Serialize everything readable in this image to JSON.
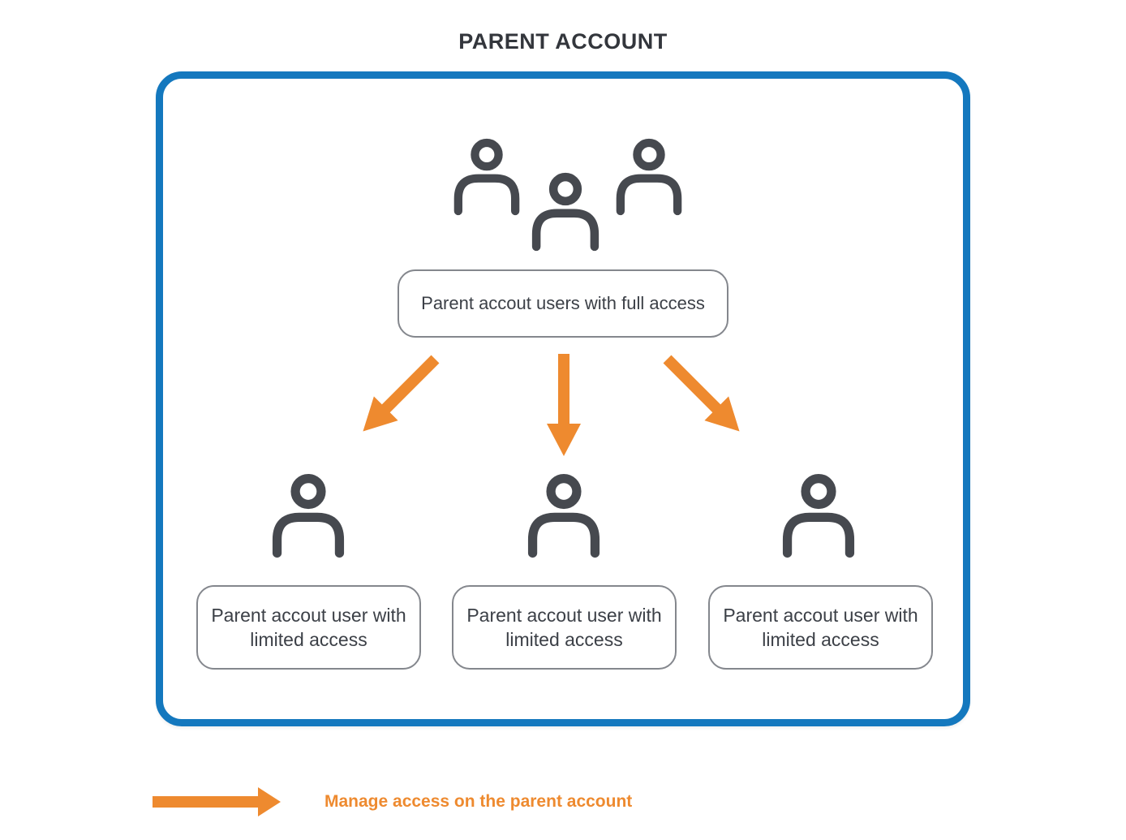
{
  "title": "PARENT ACCOUNT",
  "diagram": {
    "full_access_node": {
      "label": "Parent accout users with full access"
    },
    "limited_access_nodes": [
      {
        "label": "Parent accout user with limited access"
      },
      {
        "label": "Parent accout user with limited access"
      },
      {
        "label": "Parent accout user with limited access"
      }
    ],
    "icons": {
      "top": "group-of-users-icon",
      "children": "single-user-icon",
      "connectors": [
        "down-left-arrow",
        "down-arrow",
        "down-right-arrow"
      ]
    }
  },
  "legend": {
    "arrow": "orange-right-arrow",
    "label": "Manage access on the parent account"
  },
  "colors": {
    "accent_orange": "#EE8A2F",
    "border_blue": "#1478BE",
    "icon_gray": "#46494F",
    "box_border_gray": "#84878D",
    "text_dark": "#3C4047",
    "title_dark": "#33363C"
  }
}
